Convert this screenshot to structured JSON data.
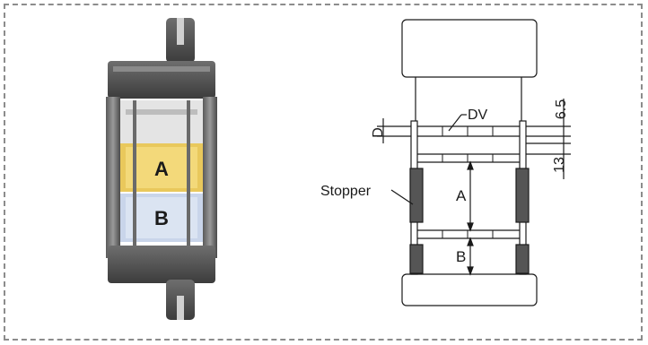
{
  "photo": {
    "section_a_label": "A",
    "section_b_label": "B"
  },
  "drawing": {
    "dv_label": "DV",
    "d_label": "D",
    "dim_6_5": "6.5",
    "dim_13": "13",
    "stopper_label": "Stopper",
    "a_label": "A",
    "b_label": "B"
  }
}
